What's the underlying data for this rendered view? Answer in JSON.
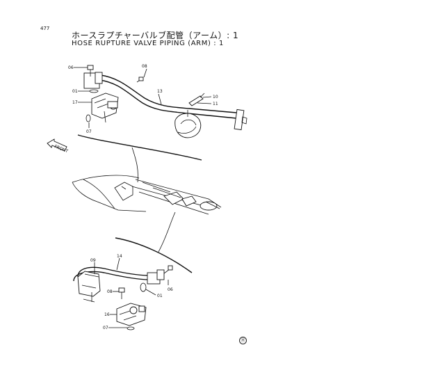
{
  "page_number": "477",
  "title_jp": "ホースラプチャーバルブ配管（アーム）: 1",
  "title_en": "HOSE RUPTURE VALVE PIPING (ARM) : 1",
  "mark": "Ⓗ",
  "front_label": "FRONT",
  "callouts": {
    "top": [
      "06",
      "08",
      "01",
      "17",
      "07",
      "13",
      "10",
      "11"
    ],
    "bottom": [
      "09",
      "14",
      "06",
      "08",
      "01",
      "16",
      "07"
    ]
  }
}
